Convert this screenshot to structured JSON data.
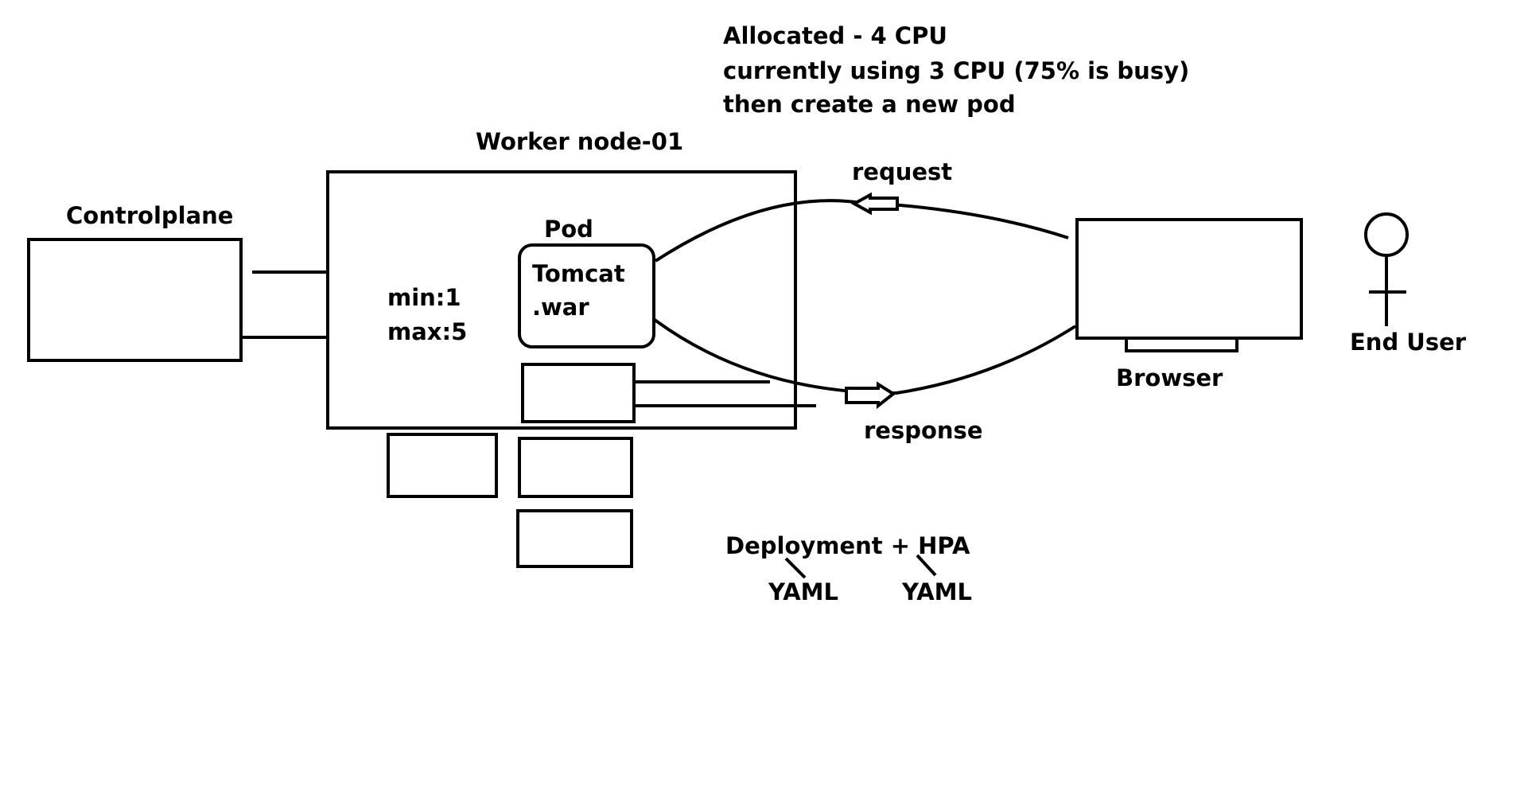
{
  "note": {
    "line1": "Allocated - 4 CPU",
    "line2": "currently using 3 CPU (75% is busy)",
    "line3": "then create a new pod"
  },
  "controlplane": {
    "label": "Controlplane"
  },
  "worker_node": {
    "label": "Worker node-01",
    "min": "min:1",
    "max": "max:5"
  },
  "pod": {
    "label": "Pod",
    "content_line1": "Tomcat",
    "content_line2": ".war"
  },
  "flow": {
    "request": "request",
    "response": "response"
  },
  "browser": {
    "label": "Browser"
  },
  "end_user": {
    "label": "End User"
  },
  "manifests": {
    "title": "Deployment + HPA",
    "deployment_yaml": "YAML",
    "hpa_yaml": "YAML"
  }
}
